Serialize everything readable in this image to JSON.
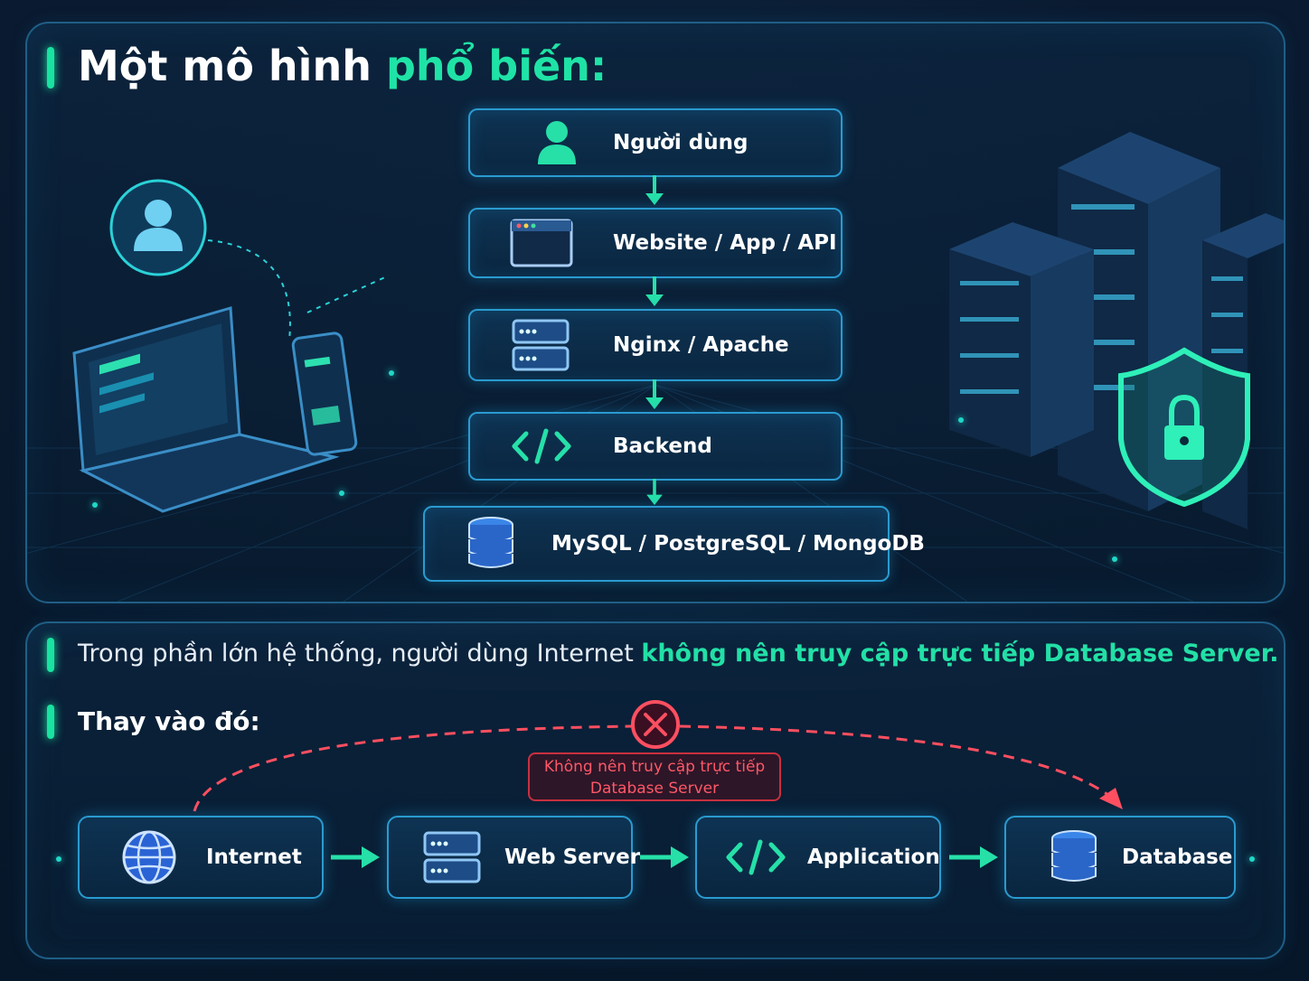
{
  "header": {
    "title_part1": "Một mô hình ",
    "title_highlight": "phổ biến:"
  },
  "flow": {
    "steps": [
      {
        "label": "Người dùng",
        "icon": "user-icon"
      },
      {
        "label": "Website / App / API",
        "icon": "browser-window-icon"
      },
      {
        "label": "Nginx / Apache",
        "icon": "server-icon"
      },
      {
        "label": "Backend",
        "icon": "code-icon"
      },
      {
        "label": "MySQL / PostgreSQL / MongoDB",
        "icon": "database-icon"
      }
    ]
  },
  "note": {
    "text_part1": "Trong phần lớn hệ thống, người dùng Internet ",
    "text_highlight": "không nên truy cập trực tiếp Database Server."
  },
  "alternative": {
    "title": "Thay vào đó:",
    "warning_line1": "Không nên truy cập trực tiếp",
    "warning_line2": "Database Server",
    "chain": [
      {
        "label": "Internet",
        "icon": "globe-icon"
      },
      {
        "label": "Web Server",
        "icon": "server-icon"
      },
      {
        "label": "Application",
        "icon": "code-icon"
      },
      {
        "label": "Database",
        "icon": "database-icon"
      }
    ]
  },
  "colors": {
    "accent": "#1fe3a6",
    "border": "#2a9bd0",
    "warning": "#ff4f60",
    "background": "#081426"
  }
}
